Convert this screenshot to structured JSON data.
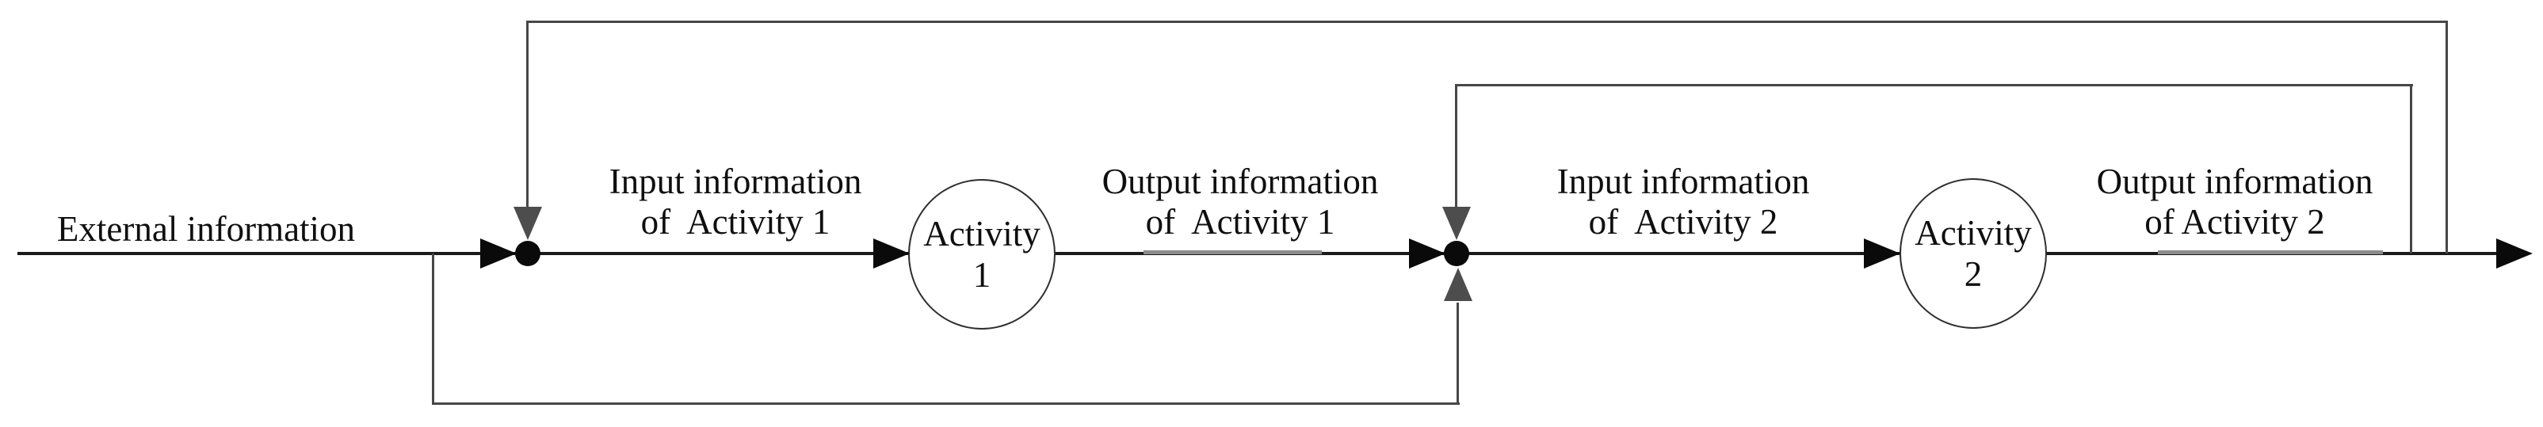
{
  "diagram": {
    "description": "Information flow diagram with two activities and feedback loops",
    "external_label": "External information",
    "nodes": [
      {
        "line1": "Activity",
        "line2": "1"
      },
      {
        "line1": "Activity",
        "line2": "2"
      }
    ],
    "labels": [
      {
        "line1": "Input information",
        "line2": "of  Activity 1"
      },
      {
        "line1": "Output information",
        "line2": "of  Activity 1"
      },
      {
        "line1": "Input information",
        "line2": "of  Activity 2"
      },
      {
        "line1": "Output information",
        "line2": "of Activity 2"
      }
    ],
    "colors": {
      "background": "#ffffff",
      "main_line": "#1a1a1a",
      "feedback_line": "#474747",
      "black_arrow": "#0a0a0a",
      "gray_arrow": "#4d4d4d",
      "gray_segment": "#8c8c8c",
      "text": "#0f0f0f"
    }
  }
}
